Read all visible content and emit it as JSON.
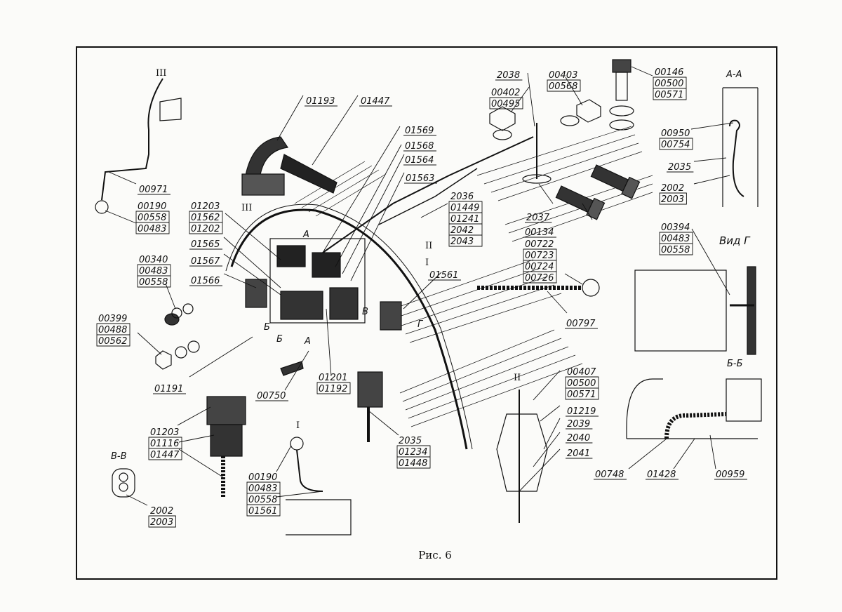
{
  "caption": "Рис. 6",
  "callouts": [
    {
      "id": "c1",
      "codes": [
        "01193"
      ]
    },
    {
      "id": "c2",
      "codes": [
        "01447"
      ]
    },
    {
      "id": "c3",
      "codes": [
        "00971"
      ]
    },
    {
      "id": "c4",
      "codes": [
        "00190",
        "00558",
        "00483"
      ]
    },
    {
      "id": "c5",
      "codes": [
        "01203",
        "01562",
        "01202"
      ]
    },
    {
      "id": "c6",
      "codes": [
        "01565"
      ]
    },
    {
      "id": "c7",
      "codes": [
        "01567"
      ]
    },
    {
      "id": "c8",
      "codes": [
        "01566"
      ]
    },
    {
      "id": "c9",
      "codes": [
        "00340",
        "00483",
        "00558"
      ]
    },
    {
      "id": "c10",
      "codes": [
        "00399",
        "00488",
        "00562"
      ]
    },
    {
      "id": "c11",
      "codes": [
        "01191"
      ]
    },
    {
      "id": "c12",
      "codes": [
        "00750"
      ]
    },
    {
      "id": "c13",
      "codes": [
        "01201",
        "01192"
      ]
    },
    {
      "id": "c14",
      "codes": [
        "01569"
      ]
    },
    {
      "id": "c15",
      "codes": [
        "01568"
      ]
    },
    {
      "id": "c16",
      "codes": [
        "01564"
      ]
    },
    {
      "id": "c17",
      "codes": [
        "01563"
      ]
    },
    {
      "id": "c18",
      "codes": [
        "2036",
        "01449",
        "01241",
        "2042",
        "2043"
      ]
    },
    {
      "id": "c19",
      "codes": [
        "2038"
      ]
    },
    {
      "id": "c20",
      "codes": [
        "00402",
        "00495"
      ]
    },
    {
      "id": "c21",
      "codes": [
        "00403",
        "00568"
      ]
    },
    {
      "id": "c22",
      "codes": [
        "00146",
        "00500",
        "00571"
      ]
    },
    {
      "id": "c23",
      "codes": [
        "2037"
      ]
    },
    {
      "id": "c24",
      "codes": [
        "00134"
      ]
    },
    {
      "id": "c25",
      "codes": [
        "00722",
        "00723",
        "00724",
        "00726"
      ]
    },
    {
      "id": "c26",
      "codes": [
        "01561"
      ]
    },
    {
      "id": "c27",
      "codes": [
        "00797"
      ]
    },
    {
      "id": "c28",
      "codes": [
        "00950",
        "00754"
      ]
    },
    {
      "id": "c29",
      "codes": [
        "2035"
      ]
    },
    {
      "id": "c30",
      "codes": [
        "2002",
        "2003"
      ]
    },
    {
      "id": "c31",
      "codes": [
        "00394",
        "00483",
        "00558"
      ]
    },
    {
      "id": "c32",
      "codes": [
        "01203",
        "01116",
        "01447"
      ]
    },
    {
      "id": "c33",
      "codes": [
        "2002",
        "2003"
      ]
    },
    {
      "id": "c34",
      "codes": [
        "00190",
        "00483",
        "00558",
        "01561"
      ]
    },
    {
      "id": "c35",
      "codes": [
        "2035",
        "01234",
        "01448"
      ]
    },
    {
      "id": "c36",
      "codes": [
        "00407",
        "00500",
        "00571"
      ]
    },
    {
      "id": "c37",
      "codes": [
        "01219"
      ]
    },
    {
      "id": "c38",
      "codes": [
        "2039"
      ]
    },
    {
      "id": "c39",
      "codes": [
        "2040"
      ]
    },
    {
      "id": "c40",
      "codes": [
        "2041"
      ]
    },
    {
      "id": "c41",
      "codes": [
        "00748"
      ]
    },
    {
      "id": "c42",
      "codes": [
        "01428"
      ]
    },
    {
      "id": "c43",
      "codes": [
        "00959"
      ]
    }
  ],
  "section_labels": {
    "aa": "А-А",
    "bb": "Б-Б",
    "vv": "В-В",
    "vid_g": "Вид Г",
    "a": "А",
    "b": "Б",
    "v": "В",
    "g": "Г"
  },
  "roman": {
    "one": "I",
    "two": "II",
    "three": "III"
  }
}
